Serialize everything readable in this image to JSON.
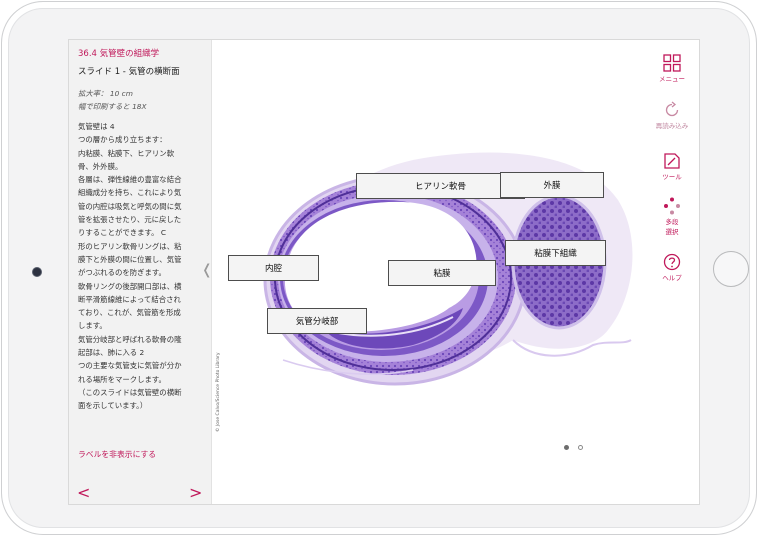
{
  "sidebar": {
    "section_title": "36.4 気管壁の組織学",
    "slide_title": "スライド 1 - 気管の横断面",
    "magnification": "拡大率： 10 cm",
    "print_width": "幅で印刷すると 18X",
    "body_lines": [
      "気管壁は 4",
      "つの層から成り立ちます：",
      "内粘膜、粘膜下、ヒアリン軟",
      "骨、外外膜。",
      "各層は、弾性線維の豊富な結合",
      "組織成分を持ち、これにより気",
      "管の内腔は吸気と呼気の間に気",
      "管を拡張させたり、元に戻した",
      "りすることができます。 C",
      "形のヒアリン軟骨リングは、粘",
      "膜下と外膜の間に位置し、気管",
      "がつぶれるのを防ぎます。",
      "軟骨リングの後部開口部は、横",
      "断平滑筋線維によって結合され",
      "ており、これが、気管筋を形成",
      "します。",
      "気管分岐部と呼ばれる軟骨の隆",
      "起部は、肺に入る 2",
      "つの主要な気管支に気管が分か",
      "れる場所をマークします。",
      "（このスライドは気管壁の横断",
      "面を示しています。）"
    ],
    "hide_labels": "ラベルを非表示にする",
    "prev": "<",
    "next": ">"
  },
  "collapse_glyph": "❬",
  "slide": {
    "labels": {
      "hyaline": "ヒアリン軟骨",
      "adventitia": "外膜",
      "submucosa": "粘膜下組織",
      "lumen": "内腔",
      "mucosa": "粘膜",
      "carina": "気管分岐部"
    },
    "credit": "© Jose Calvo/Science Photo Library",
    "pagination": {
      "current": 1,
      "total": 2
    }
  },
  "toolbar": {
    "menu": "メニュー",
    "reload": "再読み込み",
    "tools": "ツール",
    "multi_select_1": "多段",
    "multi_select_2": "選択",
    "help": "ヘルプ"
  },
  "colors": {
    "accent": "#c0185a",
    "tissue_dark": "#5b3aa8",
    "tissue_mid": "#8c6fcf",
    "tissue_light": "#d7c9ee"
  }
}
